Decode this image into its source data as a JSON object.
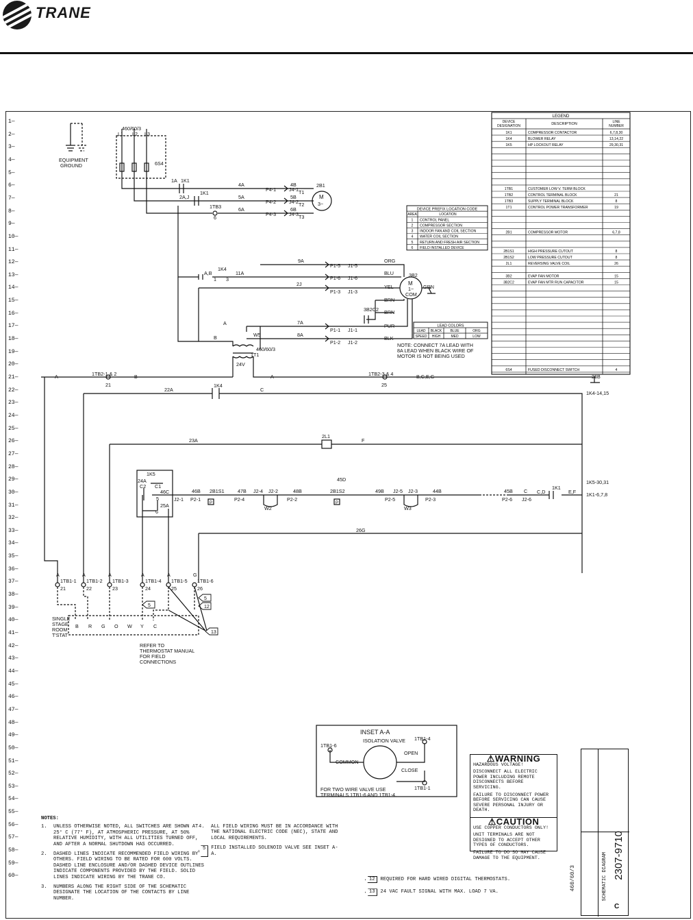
{
  "header": {
    "brand": "TRANE"
  },
  "row_numbers": [
    "1",
    "2",
    "3",
    "4",
    "5",
    "6",
    "7",
    "8",
    "9",
    "10",
    "11",
    "12",
    "13",
    "14",
    "15",
    "16",
    "17",
    "18",
    "19",
    "20",
    "21",
    "22",
    "23",
    "24",
    "25",
    "26",
    "27",
    "28",
    "29",
    "30",
    "31",
    "32",
    "33",
    "34",
    "35",
    "36",
    "37",
    "38",
    "39",
    "40",
    "41",
    "42",
    "43",
    "44",
    "45",
    "46",
    "47",
    "48",
    "49",
    "50",
    "51",
    "52",
    "53",
    "54",
    "55",
    "56",
    "57",
    "58",
    "59",
    "60"
  ],
  "power": {
    "supply": "460/60/3",
    "lines": [
      "L1",
      "L2",
      "L3"
    ],
    "ground_label": "EQUIPMENT GROUND",
    "disconnect": "6S4",
    "contactor": "1K1",
    "motor_label": "M",
    "motor_phase": "3~",
    "compressor": "2B1",
    "wires": [
      "1A",
      "2A,J",
      "4A",
      "5A",
      "6A",
      "4B",
      "5B",
      "6B",
      "T1",
      "T2",
      "T3",
      "P4-1",
      "P4-2",
      "P4-3",
      "J4-1",
      "J4-2",
      "J4-3"
    ],
    "tb": "1TB3",
    "tb_term": "6"
  },
  "fan": {
    "motor": "3B2",
    "m": "M",
    "one": "1~",
    "com": "COM",
    "cap": "3B2C2",
    "wires": [
      "9A",
      "11A",
      "2J",
      "7A",
      "8A",
      "A,B",
      "1K4",
      "A",
      "B"
    ],
    "plugs": [
      "P1-5",
      "J1-5",
      "P1-6",
      "J1-6",
      "P1-3",
      "J1-3",
      "P1-1",
      "J1-1",
      "P1-2",
      "J1-2"
    ],
    "colors": [
      "ORG",
      "BLU",
      "YEL",
      "BRN",
      "BRN",
      "PUR",
      "BLK",
      "GRN"
    ],
    "ws": "W5",
    "xfmr": "1T1",
    "xfmr_pri": "460/60/3",
    "xfmr_sec": "24V",
    "note": "NOTE: CONNECT 7A LEAD WITH 8A LEAD WHEN BLACK WIRE OF MOTOR IS NOT BEING USED"
  },
  "prefix_table": {
    "title": "DEVICE PREFIX LOCATION CODE",
    "headers": [
      "AREA",
      "LOCATION"
    ],
    "rows": [
      [
        "1",
        "CONTROL PANEL"
      ],
      [
        "2",
        "COMPRESSOR SECTION"
      ],
      [
        "3",
        "INDOOR FAN AND COIL SECTION"
      ],
      [
        "4",
        "WATER COIL SECTION"
      ],
      [
        "5",
        "RETURN AND FRESH AIR SECTION"
      ],
      [
        "6",
        "FIELD INSTALLED DEVICE"
      ]
    ]
  },
  "lead_colors": {
    "title": "LEAD COLORS",
    "rows": [
      [
        "LEAD",
        "BLACK",
        "BLUE",
        "ORG"
      ],
      [
        "SPEED",
        "HIGH",
        "MED",
        "LOW"
      ]
    ]
  },
  "legend": {
    "title": "LEGEND",
    "headers": [
      "DEVICE DESIGNATION",
      "DESCRIPTION",
      "LINE NUMBER"
    ],
    "rows": [
      [
        "1K1",
        "COMPRESSOR CONTACTOR",
        "6,7,8,30"
      ],
      [
        "1K4",
        "BLOWER RELAY",
        "13,14,22"
      ],
      [
        "1K5",
        "HP LOCKOUT RELAY",
        "29,30,31"
      ],
      [
        "",
        "",
        ""
      ],
      [
        "",
        "",
        ""
      ],
      [
        "",
        "",
        ""
      ],
      [
        "",
        "",
        ""
      ],
      [
        "",
        "",
        ""
      ],
      [
        "",
        "",
        ""
      ],
      [
        "1TB1",
        "CUSTOMER LOW V. TERM BLOCK",
        ""
      ],
      [
        "1TB2",
        "CONTROL TERMINAL BLOCK",
        "21"
      ],
      [
        "1TB3",
        "SUPPLY TERMINAL BLOCK",
        "8"
      ],
      [
        "1T1",
        "CONTROL POWER TRANSFORMER",
        "19"
      ],
      [
        "",
        "",
        ""
      ],
      [
        "",
        "",
        ""
      ],
      [
        "",
        "",
        ""
      ],
      [
        "2B1",
        "COMPRESSOR MOTOR",
        "6,7,8"
      ],
      [
        "",
        "",
        ""
      ],
      [
        "",
        "",
        ""
      ],
      [
        "2B1S1",
        "HIGH PRESSURE CUTOUT",
        "8"
      ],
      [
        "2B1S2",
        "LOW PRESSURE CUTOUT",
        "8"
      ],
      [
        "2L1",
        "REVERSING VALVE COIL",
        "26"
      ],
      [
        "",
        "",
        ""
      ],
      [
        "3B2",
        "EVAP FAN MOTOR",
        "15"
      ],
      [
        "3B2C2",
        "EVAP FAN MTR RUN CAPACITOR",
        "15"
      ],
      [
        "",
        "",
        ""
      ],
      [
        "",
        "",
        ""
      ],
      [
        "",
        "",
        ""
      ],
      [
        "",
        "",
        ""
      ],
      [
        "",
        "",
        ""
      ],
      [
        "",
        "",
        ""
      ],
      [
        "",
        "",
        ""
      ],
      [
        "",
        "",
        ""
      ],
      [
        "",
        "",
        ""
      ],
      [
        "",
        "",
        ""
      ],
      [
        "",
        "",
        ""
      ],
      [
        "",
        "",
        ""
      ],
      [
        "",
        "",
        ""
      ],
      [
        "6S4",
        "FUSED DISCONNECT SWITCH",
        "4"
      ]
    ]
  },
  "control": {
    "tb2_left": "1TB2-1 & 2",
    "tb2_left_no": "21",
    "tb2_right": "1TB2-3 & 4",
    "tb2_right_no": "25",
    "wire_a": "A",
    "wire_b": "B",
    "bceg": "B,C,E,G",
    "w26b": "26B",
    "w22a": "22A",
    "k4": "1K4",
    "wc": "C",
    "k4_ref": "1K4-14,15",
    "w23a": "23A",
    "l1": "2L1",
    "wf": "F",
    "k5": "1K5",
    "w24a": "24A",
    "c2": "C2",
    "c1": "C1",
    "n5": "5",
    "n6": "6",
    "w46c": "46C",
    "w25a": "25A",
    "w45d": "45D",
    "k5_ref": "1K5-30,31",
    "k1_ref": "1K1-6,7,8",
    "k1": "1K1",
    "cd": "C,D",
    "ef": "E,F",
    "w26g": "26G",
    "ladder": [
      "46B",
      "2B1S1",
      "47B",
      "J2-4",
      "J2-2",
      "48B",
      "2B1S2",
      "49B",
      "J2-5",
      "J2-3",
      "44B",
      "45B",
      "C",
      "J2-1",
      "P2-1",
      "P2-4",
      "P2-2",
      "P2-5",
      "P2-3",
      "P2-6",
      "J2-6",
      "W2",
      "W3"
    ]
  },
  "terminals": [
    {
      "wire": "A",
      "label": "1TB1-1",
      "no": "21"
    },
    {
      "wire": "A",
      "label": "1TB1-2",
      "no": "22"
    },
    {
      "wire": "A",
      "label": "1TB1-3",
      "no": "23"
    },
    {
      "wire": "A",
      "label": "1TB1-4",
      "no": "24"
    },
    {
      "wire": "A",
      "label": "1TB1-5",
      "no": "25"
    },
    {
      "wire": "G",
      "label": "1TB1-6",
      "no": "26"
    }
  ],
  "thermostat": {
    "label": "SINGLE STAGE ROOM T'STAT",
    "terminals": [
      "B",
      "R",
      "G",
      "O",
      "W",
      "Y",
      "C"
    ],
    "refer": "REFER TO THERMOSTAT MANUAL FOR FIELD CONNECTIONS",
    "flags": [
      "5",
      "5",
      "12",
      "13"
    ]
  },
  "inset": {
    "title": "INSET A-A",
    "valve": "ISOLATION VALVE",
    "tb16": "1TB1-6",
    "tb14": "1TB1-4",
    "tb11": "1TB1-1",
    "common": "COMMON",
    "open": "OPEN",
    "close": "CLOSE",
    "note": "FOR TWO WIRE VALVE USE TERMINALS 1TB1-6 AND 1TB1-4."
  },
  "notes": {
    "title": "NOTES:",
    "items": [
      {
        "no": "1.",
        "text": "UNLESS OTHERWISE NOTED, ALL SWITCHES ARE SHOWN AT 25° C (77° F), AT ATMOSPHERIC PRESSURE, AT 50% RELATIVE HUMIDITY, WITH ALL UTILITIES TURNED OFF, AND AFTER A NORMAL SHUTDOWN HAS OCCURRED."
      },
      {
        "no": "2.",
        "text": "DASHED LINES INDICATE RECOMMENDED FIELD WIRING BY OTHERS. FIELD WIRING TO BE RATED FOR 600 VOLTS. DASHED LINE ENCLOSURE AND/OR DASHED DEVICE OUTLINES INDICATE COMPONENTS PROVIDED BY THE FIELD. SOLID LINES INDICATE WIRING BY THE TRANE CO."
      },
      {
        "no": "3.",
        "text": "NUMBERS ALONG THE RIGHT SIDE OF THE SCHEMATIC DESIGNATE THE LOCATION OF THE CONTACTS BY LINE NUMBER."
      }
    ],
    "items2": [
      {
        "no": "4.",
        "text": "ALL FIELD WIRING MUST BE IN ACCORDANCE WITH THE NATIONAL ELECTRIC CODE (NEC), STATE AND LOCAL REQUIREMENTS."
      },
      {
        "flag": "5",
        "text": "FIELD INSTALLED SOLENOID VALVE SEE INSET A-A."
      }
    ],
    "items3": [
      {
        "flag": "12",
        "text": "REQUIRED FOR HARD WIRED DIGITAL THERMOSTATS."
      },
      {
        "flag": "13",
        "text": "24 VAC FAULT SIGNAL WITH MAX. LOAD 7 VA."
      }
    ]
  },
  "warning": {
    "title": "⚠WARNING",
    "lines": [
      "HAZARDOUS VOLTAGE!",
      "DISCONNECT ALL ELECTRIC POWER INCLUDING REMOTE DISCONNECTS BEFORE SERVICING.",
      "FAILURE TO DISCONNECT POWER BEFORE SERVICING CAN CAUSE SEVERE PERSONAL INJURY OR DEATH."
    ]
  },
  "caution": {
    "title": "⚠CAUTION",
    "lines": [
      "USE COPPER CONDUCTORS ONLY!",
      "UNIT TERMINALS ARE NOT DESIGNED TO ACCEPT OTHER TYPES OF CONDUCTORS.",
      "FAILURE TO DO SO MAY CAUSE DAMAGE TO THE EQUIPMENT."
    ]
  },
  "title_block": {
    "voltage": "460/60/3",
    "drawing_no": "2307-9710",
    "title": "SCHEMATIC DIAGRAM",
    "rev": "C"
  }
}
